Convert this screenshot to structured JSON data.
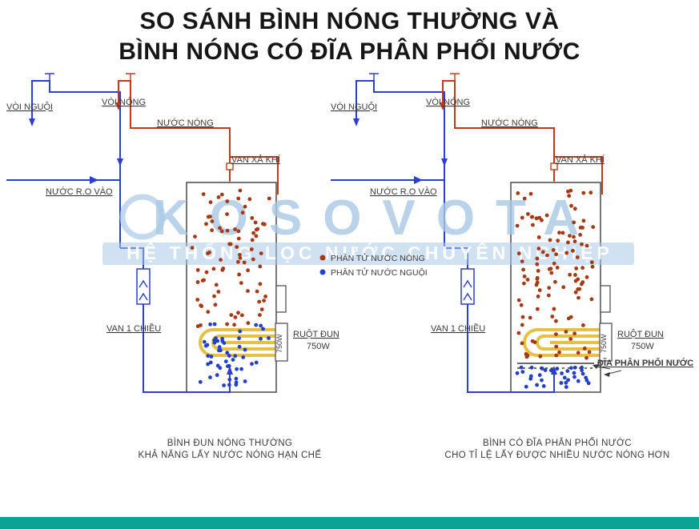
{
  "title": {
    "line1": "SO SÁNH BÌNH NÓNG THƯỜNG VÀ",
    "line2": "BÌNH NÓNG CÓ ĐĨA PHÂN PHỐI NƯỚC"
  },
  "watermark": {
    "brand": "KOSOVOTA",
    "tagline": "HỆ THỐNG LỌC NƯỚC CHUYÊN NGHIỆP"
  },
  "legend": {
    "hot_label": "PHÂN TỬ NƯỚC NÓNG",
    "cold_label": "PHÂN TỬ NƯỚC NGUỘI"
  },
  "colors": {
    "hot_pipe": "#c23a1a",
    "cold_pipe": "#2b3fd0",
    "hot_dot": "#a63812",
    "cold_dot": "#2240cc",
    "coil": "#e5c043",
    "tank_border": "#555555",
    "footer_bar": "#0aa396",
    "watermark": "#a9c9e6",
    "label": "#3a3a3a"
  },
  "left": {
    "labels": {
      "voi_nguoi": "VÒI NGUỘI",
      "voi_nong": "VÒI NÓNG",
      "nuoc_nong": "NƯỚC NÓNG",
      "nuoc_ro": "NƯỚC R.O VÀO",
      "van_xa_khi": "VAN XẢ KHÍ",
      "van_1_chieu": "VAN 1 CHIỀU",
      "ruot_dun": "RUỘT ĐUN",
      "cong_suat": "750W"
    },
    "caption_line1": "BÌNH ĐUN NÓNG THƯỜNG",
    "caption_line2": "KHẢ NĂNG LẤY NƯỚC NÓNG HẠN CHẾ"
  },
  "right": {
    "labels": {
      "voi_nguoi": "VÒI NGUỘI",
      "voi_nong": "VÒI NÓNG",
      "nuoc_nong": "NƯỚC NÓNG",
      "nuoc_ro": "NƯỚC R.O VÀO",
      "van_xa_khi": "VAN XẢ KHÍ",
      "van_1_chieu": "VAN 1 CHIỀU",
      "ruot_dun": "RUỘT ĐUN",
      "cong_suat": "750W",
      "dia": "ĐĨA PHÂN PHỐI NƯỚC"
    },
    "caption_line1": "BÌNH CÓ ĐĨA PHÂN PHỐI NƯỚC",
    "caption_line2": "CHO TỈ LỆ LẤY ĐƯỢC NHIỀU NƯỚC NÓNG HƠN"
  }
}
